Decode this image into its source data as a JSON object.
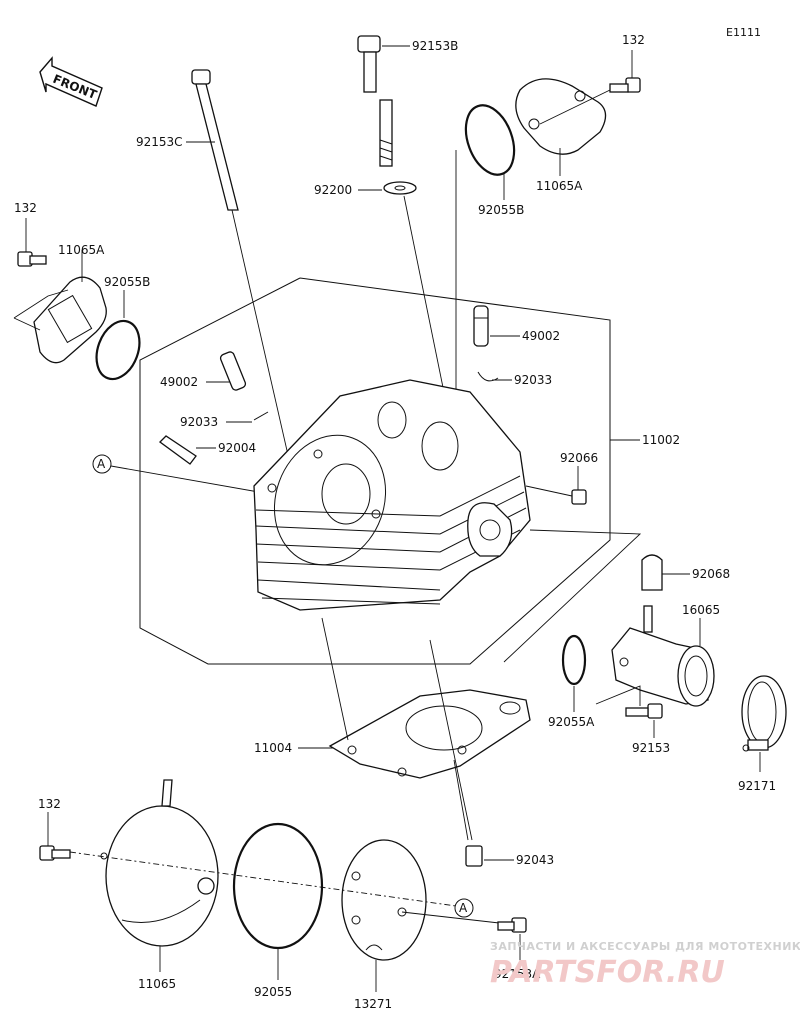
{
  "diagram_code": "E1111",
  "front_label": "FRONT",
  "reference_mark": "A",
  "labels": {
    "p92153B": "92153B",
    "p132_top": "132",
    "p92153C": "92153C",
    "p92200": "92200",
    "p92055B_top": "92055B",
    "p11065A_top": "11065A",
    "p132_left": "132",
    "p11065A_left": "11065A",
    "p92055B_left": "92055B",
    "p49002_right": "49002",
    "p92033_right": "92033",
    "p49002_left": "49002",
    "p92033_left": "92033",
    "p92004": "92004",
    "p11002": "11002",
    "p92066": "92066",
    "p92068": "92068",
    "p16065": "16065",
    "p92055A": "92055A",
    "p92153": "92153",
    "p92171": "92171",
    "p11004": "11004",
    "p132_bottom": "132",
    "p92043": "92043",
    "p11065": "11065",
    "p92055": "92055",
    "p13271": "13271",
    "p92153A": "92153A"
  },
  "watermark": {
    "tagline": "ЗАПЧАСТИ И АКСЕССУАРЫ ДЛЯ МОТОТЕХНИКИ",
    "brand": "PARTSFOR.RU"
  }
}
